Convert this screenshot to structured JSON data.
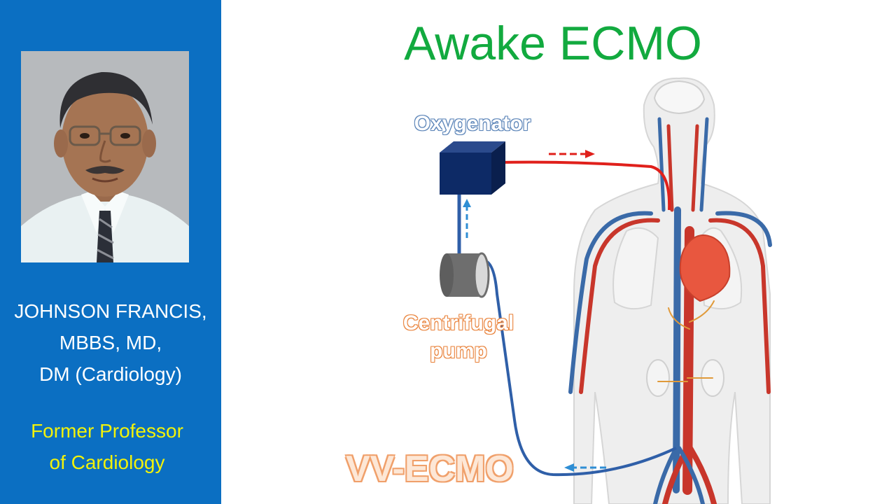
{
  "title": "Awake ECMO",
  "author": {
    "line1": "JOHNSON FRANCIS,",
    "line2": "MBBS, MD,",
    "line3": "DM (Cardiology)"
  },
  "role": {
    "line1": "Former Professor",
    "line2": "of Cardiology"
  },
  "diagram": {
    "oxygenator_label": "Oxygenator",
    "pump_label_line1": "Centrifugal",
    "pump_label_line2": "pump",
    "mode_label": "VV-ECMO"
  },
  "colors": {
    "sidebar": "#0b6fc2",
    "title": "#12aa3f",
    "oxygenated": "#e0201b",
    "deoxygenated": "#2f5fa8",
    "oxygenator": "#0d2a66"
  }
}
